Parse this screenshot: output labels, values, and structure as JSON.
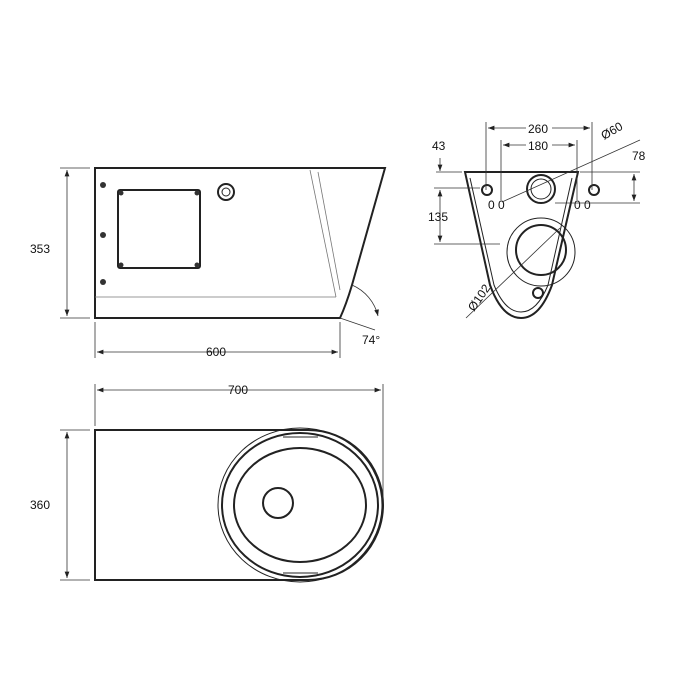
{
  "side_view": {
    "height": "353",
    "depth": "600",
    "angle": "74°"
  },
  "top_view": {
    "length": "700",
    "width": "360"
  },
  "front_view": {
    "outer_spacing": "260",
    "inner_spacing": "180",
    "inlet_diameter": "Ø60",
    "top_offset": "43",
    "right_offset": "78",
    "outlet_height": "135",
    "outlet_diameter": "Ø102"
  }
}
